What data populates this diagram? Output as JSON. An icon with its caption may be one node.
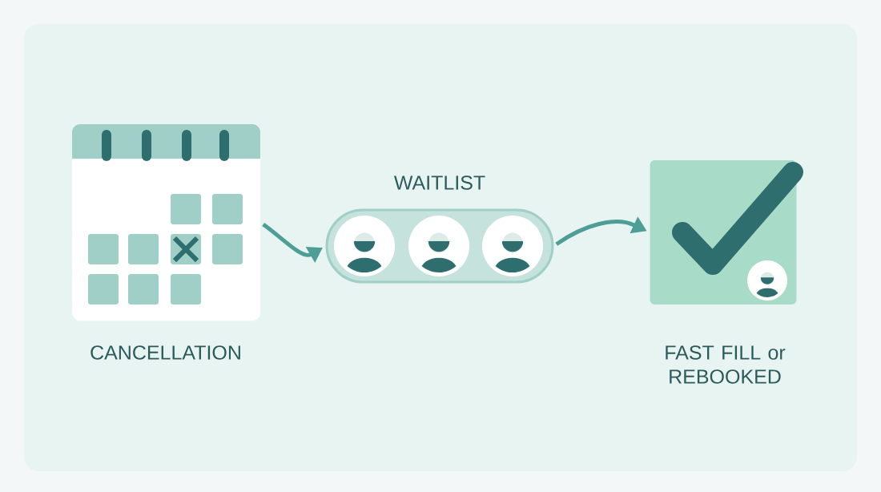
{
  "diagram": {
    "nodes": [
      {
        "text": [
          "CANCELLATION"
        ]
      },
      {
        "text": [
          "WAITLIST"
        ]
      },
      {
        "text": [
          "FAST FILL or REBOOKED"
        ]
      }
    ],
    "edges": [
      {
        "from": 0,
        "to": 1,
        "arrow": "to"
      },
      {
        "from": 1,
        "to": 2,
        "arrow": "to"
      }
    ]
  }
}
